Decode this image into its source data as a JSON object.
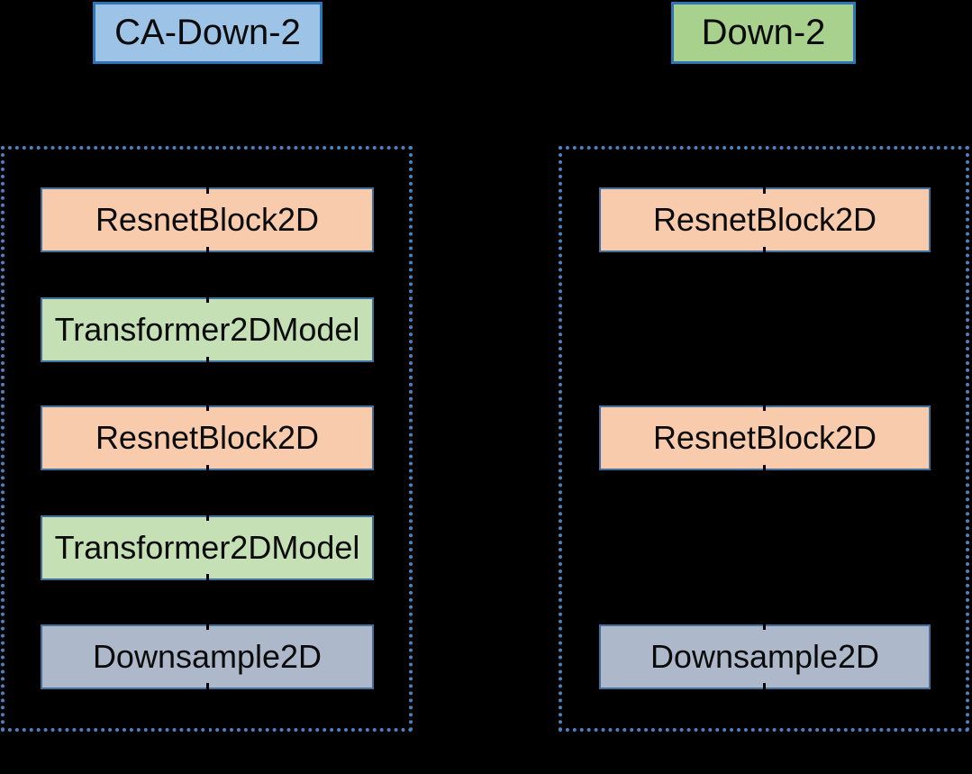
{
  "diagram": {
    "description": "UNet down-block architecture comparison diagram on black background",
    "left_group": {
      "title": "CA-Down-2",
      "blocks": [
        {
          "label": "ResnetBlock2D",
          "type": "resnet"
        },
        {
          "label": "Transformer2DModel",
          "type": "transformer"
        },
        {
          "label": "ResnetBlock2D",
          "type": "resnet"
        },
        {
          "label": "Transformer2DModel",
          "type": "transformer"
        },
        {
          "label": "Downsample2D",
          "type": "downsample"
        }
      ]
    },
    "right_group": {
      "title": "Down-2",
      "blocks": [
        {
          "label": "ResnetBlock2D",
          "type": "resnet"
        },
        {
          "label": "ResnetBlock2D",
          "type": "resnet"
        },
        {
          "label": "Downsample2D",
          "type": "downsample"
        }
      ]
    },
    "colors": {
      "background": "#000000",
      "header_left_fill": "#9DC3E6",
      "header_right_fill": "#A9D18E",
      "header_border": "#2E75B6",
      "resnet_fill": "#F8CBAD",
      "transformer_fill": "#C5E0B4",
      "downsample_fill": "#ADB9CA",
      "block_border": "#41719C",
      "dotted_container_border": "#4E81BD",
      "text": "#0b0b0b",
      "connector": "#000000"
    }
  }
}
